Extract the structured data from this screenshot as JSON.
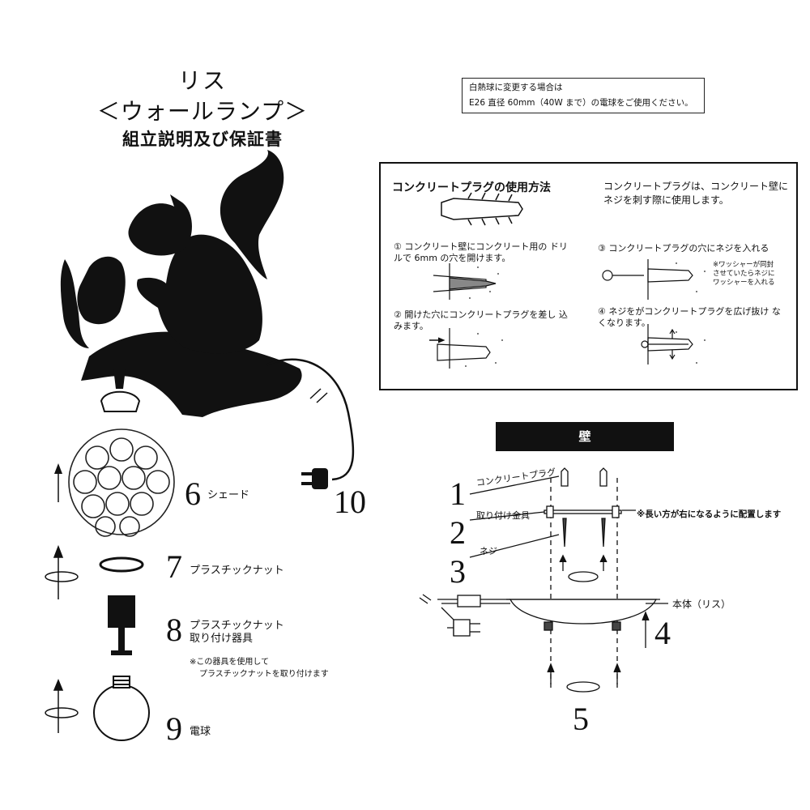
{
  "header": {
    "title": "リス",
    "subtitle": "＜ウォールランプ＞",
    "doc_title": "組立説明及び保証書"
  },
  "bulb_note": {
    "line1": "白熱球に変更する場合は",
    "line2": "E26 直径 60mm（40W まで）の電球をご使用ください。"
  },
  "plug_box": {
    "title": "コンクリートプラグの使用方法",
    "desc": "コンクリートプラグは、コンクリート壁にネジを刺す際に使用します。",
    "step1": "① コンクリート壁にコンクリート用の ドリルで 6mm の穴を開けます。",
    "step2": "② 開けた穴にコンクリートプラグを差し 込みます。",
    "step3": "③ コンクリートプラグの穴にネジを入れる",
    "step3_note1": "※ワッシャーが同封",
    "step3_note2": "させていたらネジに",
    "step3_note3": "ワッシャーを入れる",
    "step4": "④ ネジをがコンクリートプラグを広げ抜け なくなります。"
  },
  "parts": {
    "p6": {
      "num": "6",
      "label": "シェード"
    },
    "p7": {
      "num": "7",
      "label": "プラスチックナット"
    },
    "p8": {
      "num": "8",
      "label1": "プラスチックナット",
      "label2": "取り付け器具",
      "note1": "※この器具を使用して",
      "note2": "プラスチックナットを取り付けます"
    },
    "p9": {
      "num": "9",
      "label": "電球"
    },
    "p10": {
      "num": "10"
    }
  },
  "mount": {
    "wall": "壁",
    "n1": "1",
    "l1": "コンクリートプラグ",
    "n2": "2",
    "l2": "取り付け金具",
    "note2": "※長い方が右になるように配置します",
    "n3": "3",
    "l3": "ネジ",
    "n4": "4",
    "l4": "本体（リス）",
    "n5": "5"
  }
}
